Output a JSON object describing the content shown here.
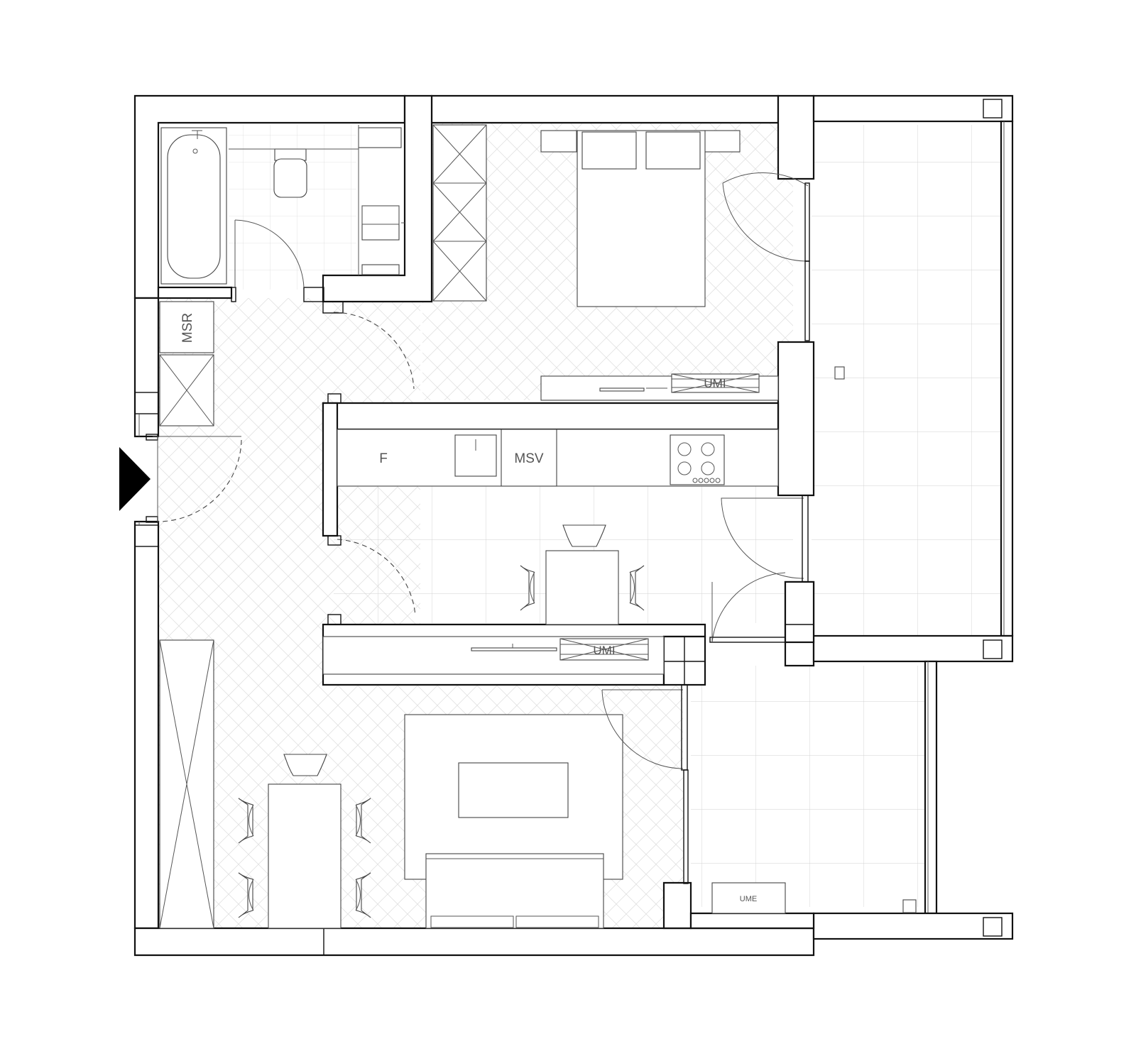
{
  "plan": {
    "labels": {
      "msr": "MSR",
      "f": "F",
      "msv": "MSV",
      "umi_bedroom": "UMI",
      "umi_hall": "UMI",
      "ume": "UME"
    },
    "icons": {
      "entrance": "entrance-arrow-icon"
    },
    "colors": {
      "wall_stroke": "#111111",
      "line": "#555555",
      "tile_grid": "#d2d2d2",
      "herringbone": "#e0e0e0",
      "background": "#ffffff"
    }
  }
}
